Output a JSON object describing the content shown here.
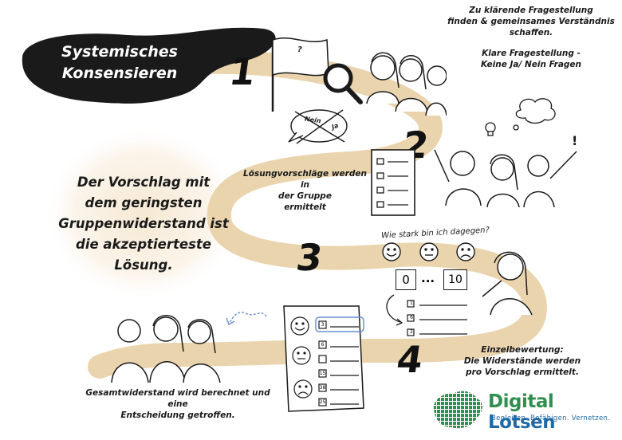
{
  "title": {
    "line1": "Systemisches",
    "line2": "Konsensieren"
  },
  "steps": [
    {
      "number": "1",
      "line1": "Zu klärende Fragestellung",
      "line2": "finden & gemeinsames Verständnis schaffen.",
      "line3": "Klare Fragestellung -",
      "line4": "Keine Ja/ Nein Fragen"
    },
    {
      "number": "2",
      "line1": "Lösungvorschläge werden in",
      "line2": "der Gruppe",
      "line3": "ermittelt"
    },
    {
      "number": "3",
      "question": "Wie stark bin ich dagegen?",
      "scale_min": "0",
      "scale_dots": "...",
      "scale_max": "10"
    },
    {
      "number": "4",
      "line1": "Einzelbewertung:",
      "line2": "Die Widerstände werden",
      "line3": "pro Vorschlag ermittelt."
    }
  ],
  "flag_symbol": "?",
  "bubble": {
    "no": "Nein",
    "yes": "Ja"
  },
  "rating_list_values": [
    "1",
    "6",
    "2"
  ],
  "result_card_values": [
    "3",
    "6",
    "15",
    "38",
    "25"
  ],
  "center_statement": {
    "line1": "Der Vorschlag mit",
    "line2": "dem geringsten",
    "line3": "Gruppenwiderstand ist",
    "line4": "die akzeptierteste",
    "line5": "Lösung."
  },
  "result_note": {
    "line1": "Gesamtwiderstand wird berechnet und eine",
    "line2": "Entscheidung getroffen."
  },
  "logo": {
    "name_part1": "Digital",
    "name_part2": "Lotsen",
    "tagline": "Begleiten. Befähigen. Vernetzen.",
    "color_part1": "#2f8f4e",
    "color_part2": "#1f6aa5"
  },
  "colors": {
    "path": "#e9d2a9",
    "blob": "#1a1a1a",
    "ink": "#1a1a1a",
    "highlight": "#6a8fd0"
  },
  "icons": [
    "flag-icon",
    "magnifier-icon",
    "speech-bubble-icon",
    "checklist-icon",
    "thought-cloud-icon",
    "lightbulb-icon",
    "smiley-happy-icon",
    "smiley-neutral-icon",
    "smiley-sad-icon",
    "arrow-icon"
  ]
}
